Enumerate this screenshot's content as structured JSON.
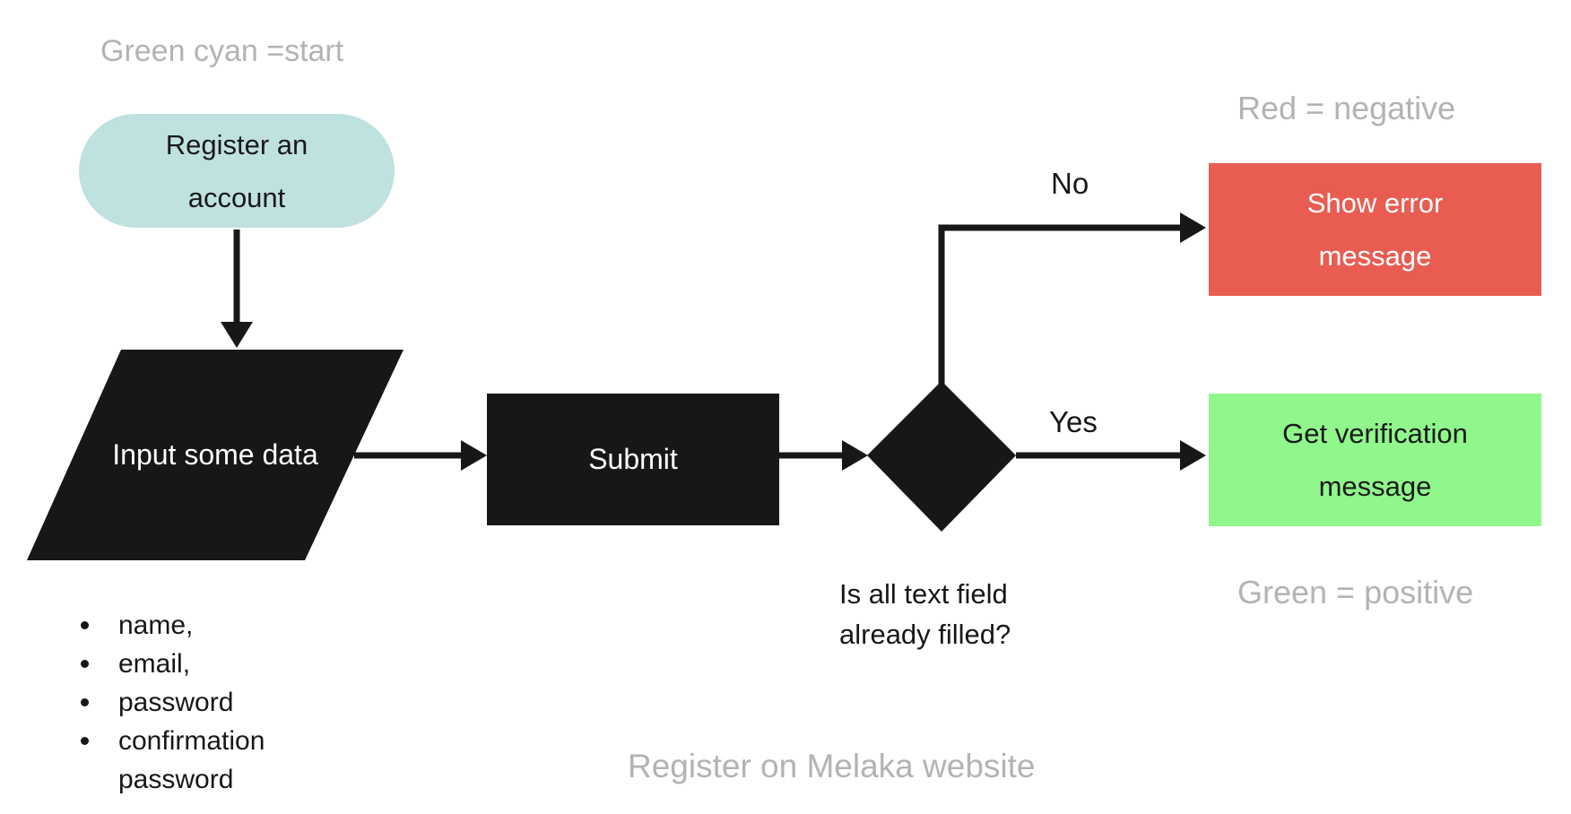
{
  "diagram": {
    "caption": "Register on Melaka website",
    "annotations": {
      "start_note": "Green cyan =start",
      "negative_note": "Red = negative",
      "positive_note": "Green = positive",
      "color": "#b3b3b3"
    },
    "nodes": {
      "start": {
        "shape": "terminator",
        "lines": [
          "Register an",
          "account"
        ],
        "fill": "#bfe1e0",
        "text_color": "#1a1a1a"
      },
      "input": {
        "shape": "parallelogram",
        "label": "Input some data",
        "fill": "#171717",
        "text_color": "#ffffff"
      },
      "submit": {
        "shape": "process",
        "label": "Submit",
        "fill": "#171717",
        "text_color": "#ffffff"
      },
      "decision": {
        "shape": "diamond",
        "question_lines": [
          "Is all text field",
          "already filled?"
        ],
        "fill": "#171717"
      },
      "error": {
        "shape": "process",
        "lines": [
          "Show error",
          "message"
        ],
        "fill": "#e95c51",
        "text_color": "#ffffff"
      },
      "success": {
        "shape": "process",
        "lines": [
          "Get verification",
          "message"
        ],
        "fill": "#8ff78b",
        "text_color": "#1a1a1a"
      }
    },
    "input_fields": [
      "name,",
      "email,",
      "password",
      "confirmation password"
    ],
    "branch_labels": {
      "no": "No",
      "yes": "Yes"
    },
    "connector_color": "#171717"
  }
}
